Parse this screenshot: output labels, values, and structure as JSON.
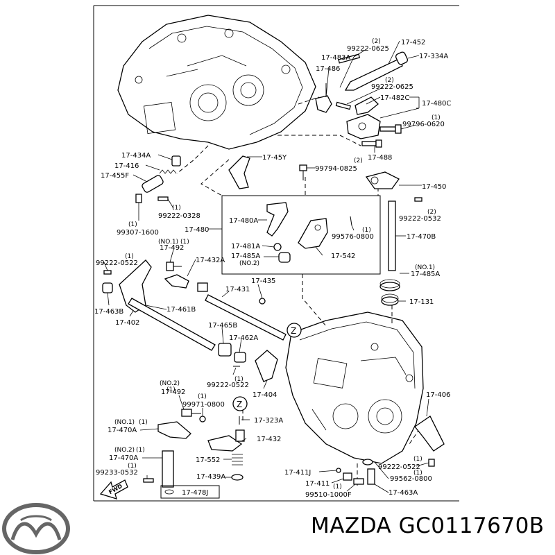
{
  "labels": {
    "p99222_0625_top": "99222-0625",
    "p99222_0625_top_qty": "(2)",
    "p17_452": "17-452",
    "p17_483A": "17-483A",
    "p17_334A": "17-334A",
    "p17_486": "17-486",
    "p99222_0625_mid": "99222-0625",
    "p99222_0625_mid_qty": "(2)",
    "p17_482C": "17-482C",
    "p17_480C": "17-480C",
    "p99796_0620": "99796-0620",
    "p99796_0620_qty": "(1)",
    "p17_488": "17-488",
    "p17_434A": "17-434A",
    "p17_45Y": "17-45Y",
    "p17_416": "17-416",
    "p99794_0825": "99794-0825",
    "p99794_0825_qty": "(2)",
    "p17_455F": "17-455F",
    "p17_450": "17-450",
    "p99222_0328": "99222-0328",
    "p99222_0328_qty": "(1)",
    "p99222_0532_r": "99222-0532",
    "p99222_0532_r_qty": "(2)",
    "p99307_1600": "99307-1600",
    "p99307_1600_qty": "(1)",
    "p17_480": "17-480",
    "p17_480A": "17-480A",
    "p99576_0800": "99576-0800",
    "p99576_0800_qty": "(1)",
    "p17_470B": "17-470B",
    "p17_481A": "17-481A",
    "p17_485A_no2": "17-485A",
    "p17_485A_no2_qty": "(NO.2)",
    "p17_542": "17-542",
    "p17_492_top_no": "(NO.1)",
    "p17_492_top_qty": "(1)",
    "p17_492_top": "17-492",
    "p99222_0522_l": "99222-0522",
    "p99222_0522_l_qty": "(1)",
    "p17_432A": "17-432A",
    "p17_485A_no1_no": "(NO.1)",
    "p17_485A_no1": "17-485A",
    "p17_435": "17-435",
    "p17_431": "17-431",
    "p17_131": "17-131",
    "p17_463B": "17-463B",
    "p17_461B": "17-461B",
    "p17_402": "17-402",
    "p17_465B": "17-465B",
    "p17_462A": "17-462A",
    "p99222_0522_m": "99222-0522",
    "p99222_0522_m_qty": "(1)",
    "p17_404": "17-404",
    "p17_492_bot_no": "(NO.2)",
    "p17_492_bot_qty": "(1)",
    "p17_492_bot": "17-492",
    "p99971_0800": "99971-0800",
    "p99971_0800_qty": "(1)",
    "p17_406": "17-406",
    "p17_323A": "17-323A",
    "p17_470A_no1_no": "(NO.1)",
    "p17_470A_no1_qty": "(1)",
    "p17_470A_no1": "17-470A",
    "p17_432": "17-432",
    "p17_470A_no2_no": "(NO.2)",
    "p17_470A_no2_qty": "(1)",
    "p17_470A_no2": "17-470A",
    "p17_552": "17-552",
    "p99233_0532": "99233-0532",
    "p99233_0532_qty": "(1)",
    "p17_439A": "17-439A",
    "p17_411J": "17-411J",
    "p99222_0522_r": "99222-0522",
    "p99222_0522_r_qty": "(1)",
    "p17_411": "17-411",
    "p99562_0800": "99562-0800",
    "p99562_0800_qty": "(1)",
    "p17_478J": "17-478J",
    "p99510_1000F": "99510-1000F",
    "p99510_1000F_qty": "(1)",
    "p17_463A": "17-463A",
    "z_marker": "Z",
    "fwd_arrow": "FWD"
  },
  "brand": {
    "text": "MAZDA GC0117670B",
    "logo_icon": "mazda-logo-icon"
  }
}
